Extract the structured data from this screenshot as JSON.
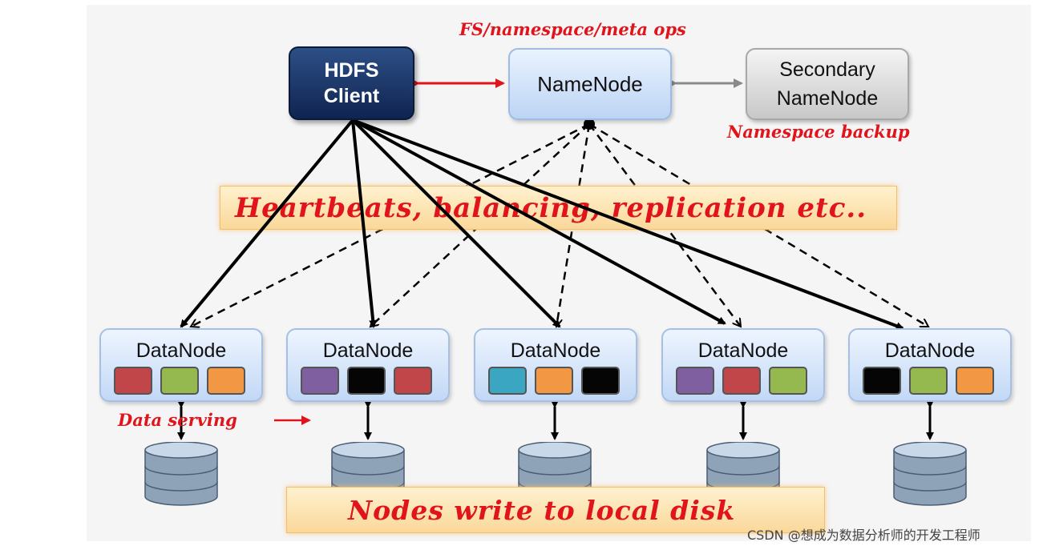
{
  "nodes": {
    "client": "HDFS\nClient",
    "namenode": "NameNode",
    "secondary": "Secondary\nNameNode"
  },
  "labels": {
    "fs_ops": "FS/namespace/meta ops",
    "backup": "Namespace backup",
    "heartbeats": "Heartbeats, balancing, replication etc..",
    "data_serving": "Data serving",
    "local_disk": "Nodes write to local disk"
  },
  "datanodes": [
    {
      "label": "DataNode",
      "blocks": [
        "#c0464a",
        "#95b84f",
        "#f29743"
      ]
    },
    {
      "label": "DataNode",
      "blocks": [
        "#7f5fa0",
        "#050505",
        "#c0464a"
      ]
    },
    {
      "label": "DataNode",
      "blocks": [
        "#3aa6c2",
        "#f29743",
        "#050505"
      ]
    },
    {
      "label": "DataNode",
      "blocks": [
        "#7f5fa0",
        "#c0464a",
        "#95b84f"
      ]
    },
    {
      "label": "DataNode",
      "blocks": [
        "#050505",
        "#95b84f",
        "#f29743"
      ]
    }
  ],
  "watermark": "CSDN @想成为数据分析师的开发工程师",
  "colors": {
    "annotation_red": "#e0141a",
    "client_navy": "#12295a",
    "namenode_blue": "#cfe0f8",
    "secondary_gray": "#d6d6d6",
    "banner_amber": "#fbdca0"
  }
}
